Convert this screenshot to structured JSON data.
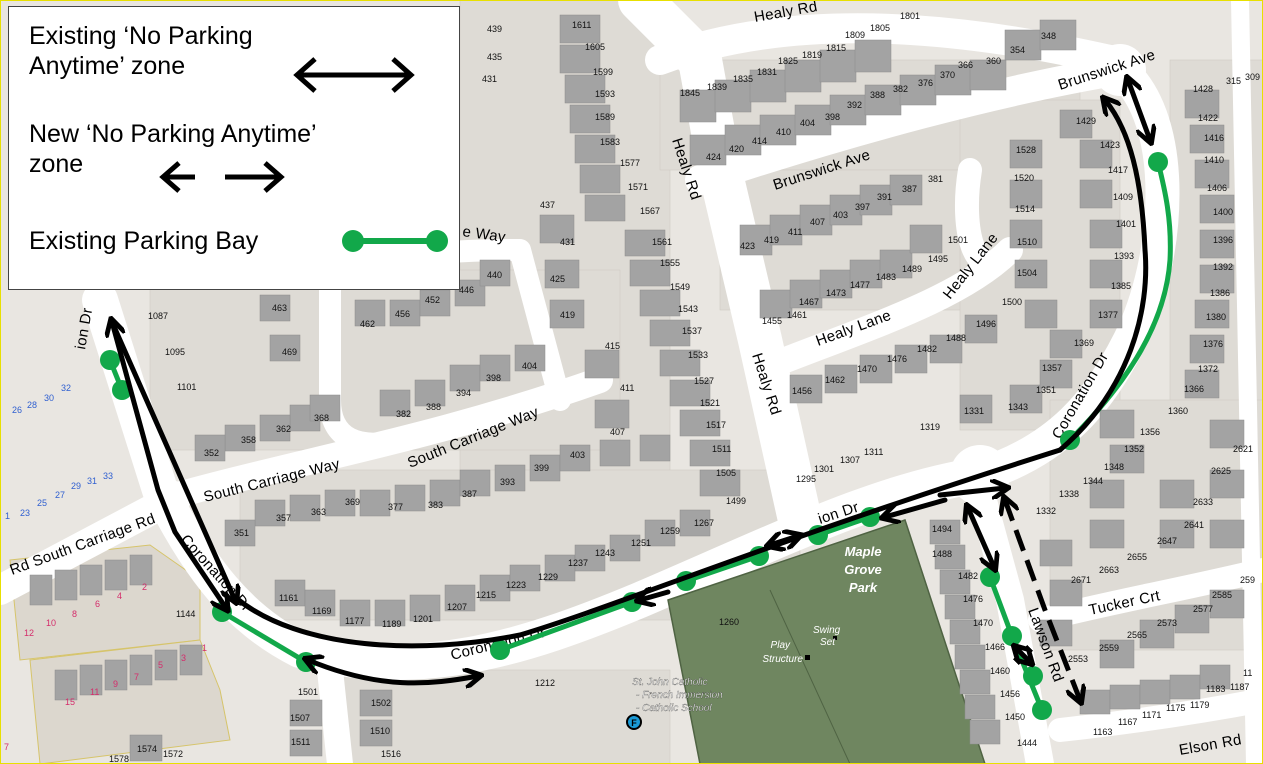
{
  "legend": {
    "existing_no_parking_line1": "Existing ‘No Parking",
    "existing_no_parking_line2": "Anytime’ zone",
    "new_no_parking_line1": "New ‘No Parking Anytime’",
    "new_no_parking_line2": "zone",
    "parking_bay": "Existing Parking Bay"
  },
  "colors": {
    "no_parking_line": "#000000",
    "parking_bay": "#12a84a",
    "park_fill": "#6f8660",
    "road": "#ffffff",
    "lot": "#dedbd6",
    "building": "#a4a4a4"
  },
  "streets": {
    "healy_rd_top": "Healy Rd",
    "healy_rd_1": "Healy Rd",
    "healy_rd_2": "Healy Rd",
    "brunswick_ave_1": "Brunswick Ave",
    "brunswick_ave_2": "Brunswick Ave",
    "healy_lane_1": "Healy Lane",
    "healy_lane_2": "Healy Lane",
    "south_carriage_way_1": "South Carriage Way",
    "south_carriage_way_2": "South Carriage Way",
    "south_carriage_way_3": "e Way",
    "south_carriage_rd": "Rd  South Carriage Rd",
    "coronation_dr_1": "Coronation Dr",
    "coronation_dr_2": "Coronation Dr",
    "coronation_dr_3": "Coronation Dr",
    "coronation_dr_4": "ion Dr",
    "coronation_dr_5": "ion Dr",
    "lawson_rd": "Lawson Rd",
    "tucker_crt": "Tucker Crt",
    "elson_rd": "Elson Rd"
  },
  "places": {
    "park": [
      "Maple",
      "Grove",
      "Park"
    ],
    "play_structure": [
      "Play",
      "Structure"
    ],
    "swing_set": [
      "Swing",
      "Set"
    ],
    "school": [
      "St. John Catholic",
      "- French Immersion",
      "- Catholic School"
    ],
    "school_icon_letter": "F"
  },
  "lot_numbers": {
    "top_left": [
      "439",
      "435",
      "431",
      "1611",
      "1605",
      "1599",
      "1593",
      "1589",
      "1583",
      "1577",
      "1571",
      "1567",
      "437",
      "431",
      "425",
      "419",
      "415",
      "411",
      "407",
      "1561",
      "1555",
      "1549",
      "1543",
      "1537",
      "1533",
      "1527",
      "1521",
      "1517",
      "1511",
      "1505",
      "1499"
    ],
    "brunswick_block": [
      "1845",
      "1839",
      "1835",
      "1831",
      "1825",
      "1819",
      "1815",
      "1809",
      "1805",
      "1801",
      "354",
      "348",
      "366",
      "360",
      "370",
      "376",
      "382",
      "388",
      "392",
      "398",
      "404",
      "410",
      "414",
      "420",
      "424"
    ],
    "healy_block": [
      "423",
      "419",
      "411",
      "407",
      "403",
      "397",
      "391",
      "387",
      "381",
      "1501",
      "1495",
      "1489",
      "1483",
      "1477",
      "1473",
      "1467",
      "1461",
      "1455"
    ],
    "carriage_block": [
      "463",
      "452",
      "446",
      "440",
      "462",
      "456",
      "469",
      "398",
      "404",
      "394",
      "388",
      "382",
      "1087",
      "1095",
      "1101",
      "362",
      "368",
      "358",
      "352",
      "357",
      "363",
      "369",
      "377",
      "383",
      "387",
      "393",
      "399",
      "403",
      "351"
    ],
    "coronation_south": [
      "1161",
      "1169",
      "1177",
      "1189",
      "1201",
      "1207",
      "1215",
      "1223",
      "1229",
      "1237",
      "1243",
      "1251",
      "1259",
      "1267",
      "1144",
      "1501",
      "1507",
      "1511",
      "1502",
      "1510",
      "1516",
      "1212",
      "1574",
      "1572",
      "1578",
      "1260"
    ],
    "west_numbers": [
      "26",
      "28",
      "30",
      "32",
      "23",
      "25",
      "27",
      "29",
      "31",
      "33",
      "1"
    ],
    "townhouse": [
      "12",
      "10",
      "8",
      "6",
      "4",
      "2",
      "15",
      "11",
      "9",
      "7",
      "5",
      "3",
      "1",
      "7"
    ],
    "lane_block": [
      "1528",
      "1520",
      "1514",
      "1510",
      "1504",
      "1500",
      "1496",
      "1488",
      "1482",
      "1476",
      "1470",
      "1462",
      "1456",
      "1357",
      "1351",
      "1343",
      "1331",
      "1319",
      "1311",
      "1307",
      "1301",
      "1295",
      "1369",
      "1377",
      "1385",
      "1393",
      "1401",
      "1409",
      "1417",
      "1423",
      "1429"
    ],
    "east_block": [
      "1428",
      "1422",
      "1416",
      "1410",
      "1406",
      "1400",
      "1396",
      "1392",
      "1386",
      "1380",
      "1376",
      "1372",
      "1366",
      "1360",
      "1356",
      "1352",
      "1348",
      "1344",
      "1338",
      "1332",
      "315",
      "309",
      "2621",
      "2625",
      "2633",
      "2641",
      "2647",
      "2655",
      "2663",
      "2671",
      "2577",
      "2585",
      "2573",
      "2565",
      "2559",
      "2553",
      "259",
      "1187",
      "1183",
      "1179",
      "1175",
      "1171",
      "1167",
      "1163",
      "11"
    ],
    "lawson_block": [
      "1494",
      "1488",
      "1482",
      "1476",
      "1470",
      "1466",
      "1460",
      "1456",
      "1450",
      "1444"
    ]
  }
}
